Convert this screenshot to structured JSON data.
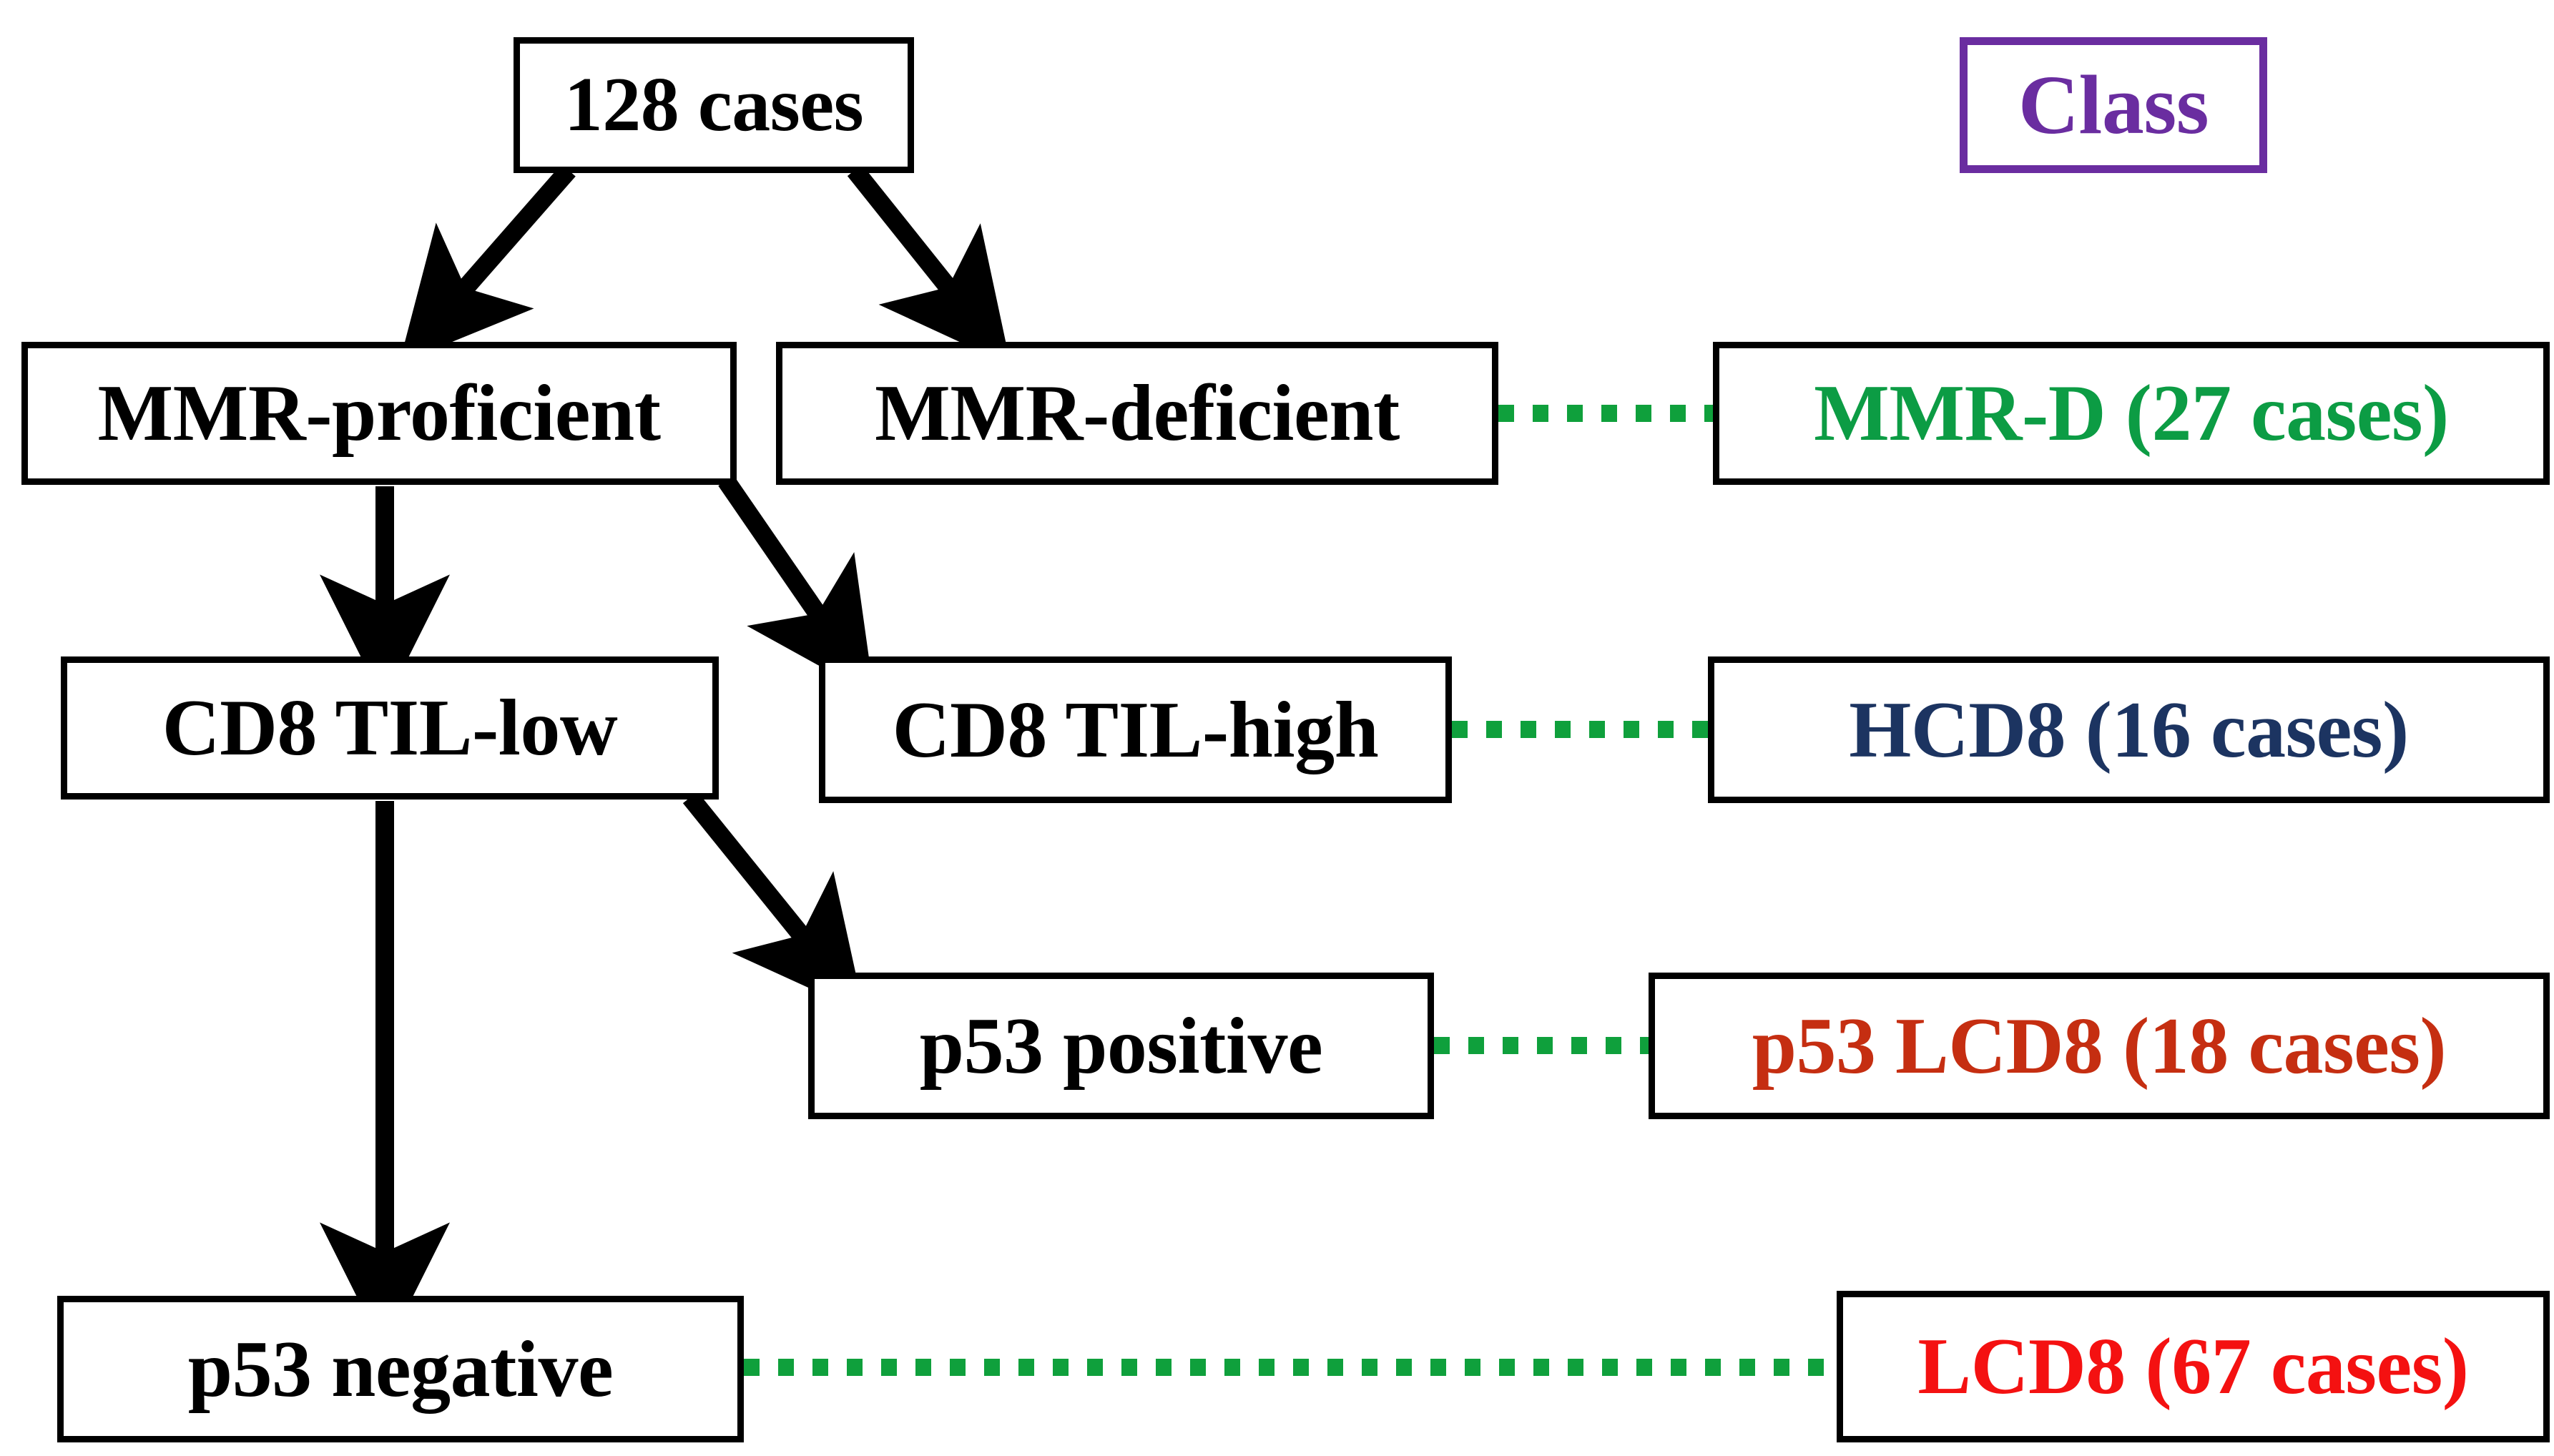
{
  "diagram": {
    "title_box": {
      "label": "Class",
      "color": "#6A2DA0"
    },
    "root": {
      "label": "128 cases"
    },
    "flow_nodes": [
      {
        "id": "mmr-proficient",
        "label": "MMR-proficient"
      },
      {
        "id": "mmr-deficient",
        "label": "MMR-deficient"
      },
      {
        "id": "cd8-til-low",
        "label": "CD8 TIL-low"
      },
      {
        "id": "cd8-til-high",
        "label": "CD8 TIL-high"
      },
      {
        "id": "p53-positive",
        "label": "p53 positive"
      },
      {
        "id": "p53-negative",
        "label": "p53 negative"
      }
    ],
    "class_nodes": [
      {
        "id": "mmr-d",
        "label": "MMR-D (27 cases)",
        "color": "#0C9C44",
        "cases": 27
      },
      {
        "id": "hcd8",
        "label": "HCD8 (16 cases)",
        "color": "#1C3461",
        "cases": 16
      },
      {
        "id": "p53-lcd8",
        "label": "p53 LCD8 (18 cases)",
        "color": "#C52E11",
        "cases": 18
      },
      {
        "id": "lcd8",
        "label": "LCD8 (67 cases)",
        "color": "#F41111",
        "cases": 67
      }
    ],
    "connector_color_dotted": "#0FA03C",
    "connector_color_arrow": "#000000",
    "total_cases": 128
  }
}
